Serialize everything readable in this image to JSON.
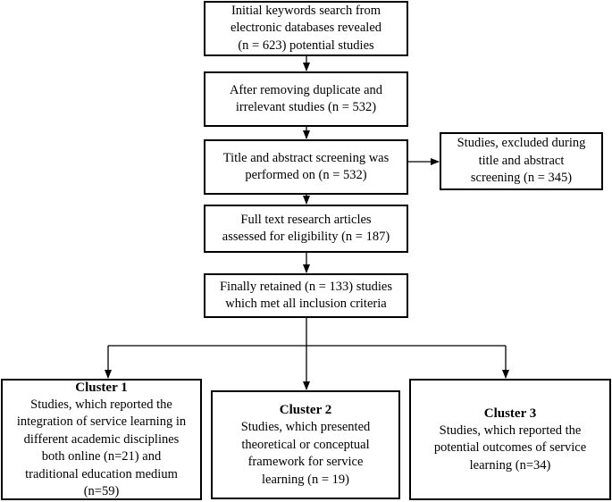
{
  "flow": {
    "identification": "Initial keywords search from\nelectronic databases revealed\n(n = 623) potential studies",
    "deduplication": "After removing duplicate and\nirrelevant studies (n = 532)",
    "screening": "Title and abstract screening was\nperformed on (n = 532)",
    "excluded": "Studies, excluded during\ntitle and abstract\nscreening (n = 345)",
    "eligibility": "Full text research articles\nassessed for eligibility (n = 187)",
    "included": "Finally retained (n = 133) studies\nwhich met all inclusion criteria"
  },
  "clusters": [
    {
      "title": "Cluster 1",
      "text": "Studies, which reported the\nintegration of service learning in\ndifferent academic disciplines\nboth online (n=21) and\ntraditional education medium\n(n=59)"
    },
    {
      "title": "Cluster 2",
      "text": "Studies, which presented\ntheoretical or conceptual\nframework for service\nlearning (n = 19)"
    },
    {
      "title": "Cluster 3",
      "text": "Studies, which reported the\npotential outcomes of service\nlearning (n=34)"
    }
  ],
  "colors": {
    "line": "#000000",
    "box_fill": "#ffffff"
  }
}
